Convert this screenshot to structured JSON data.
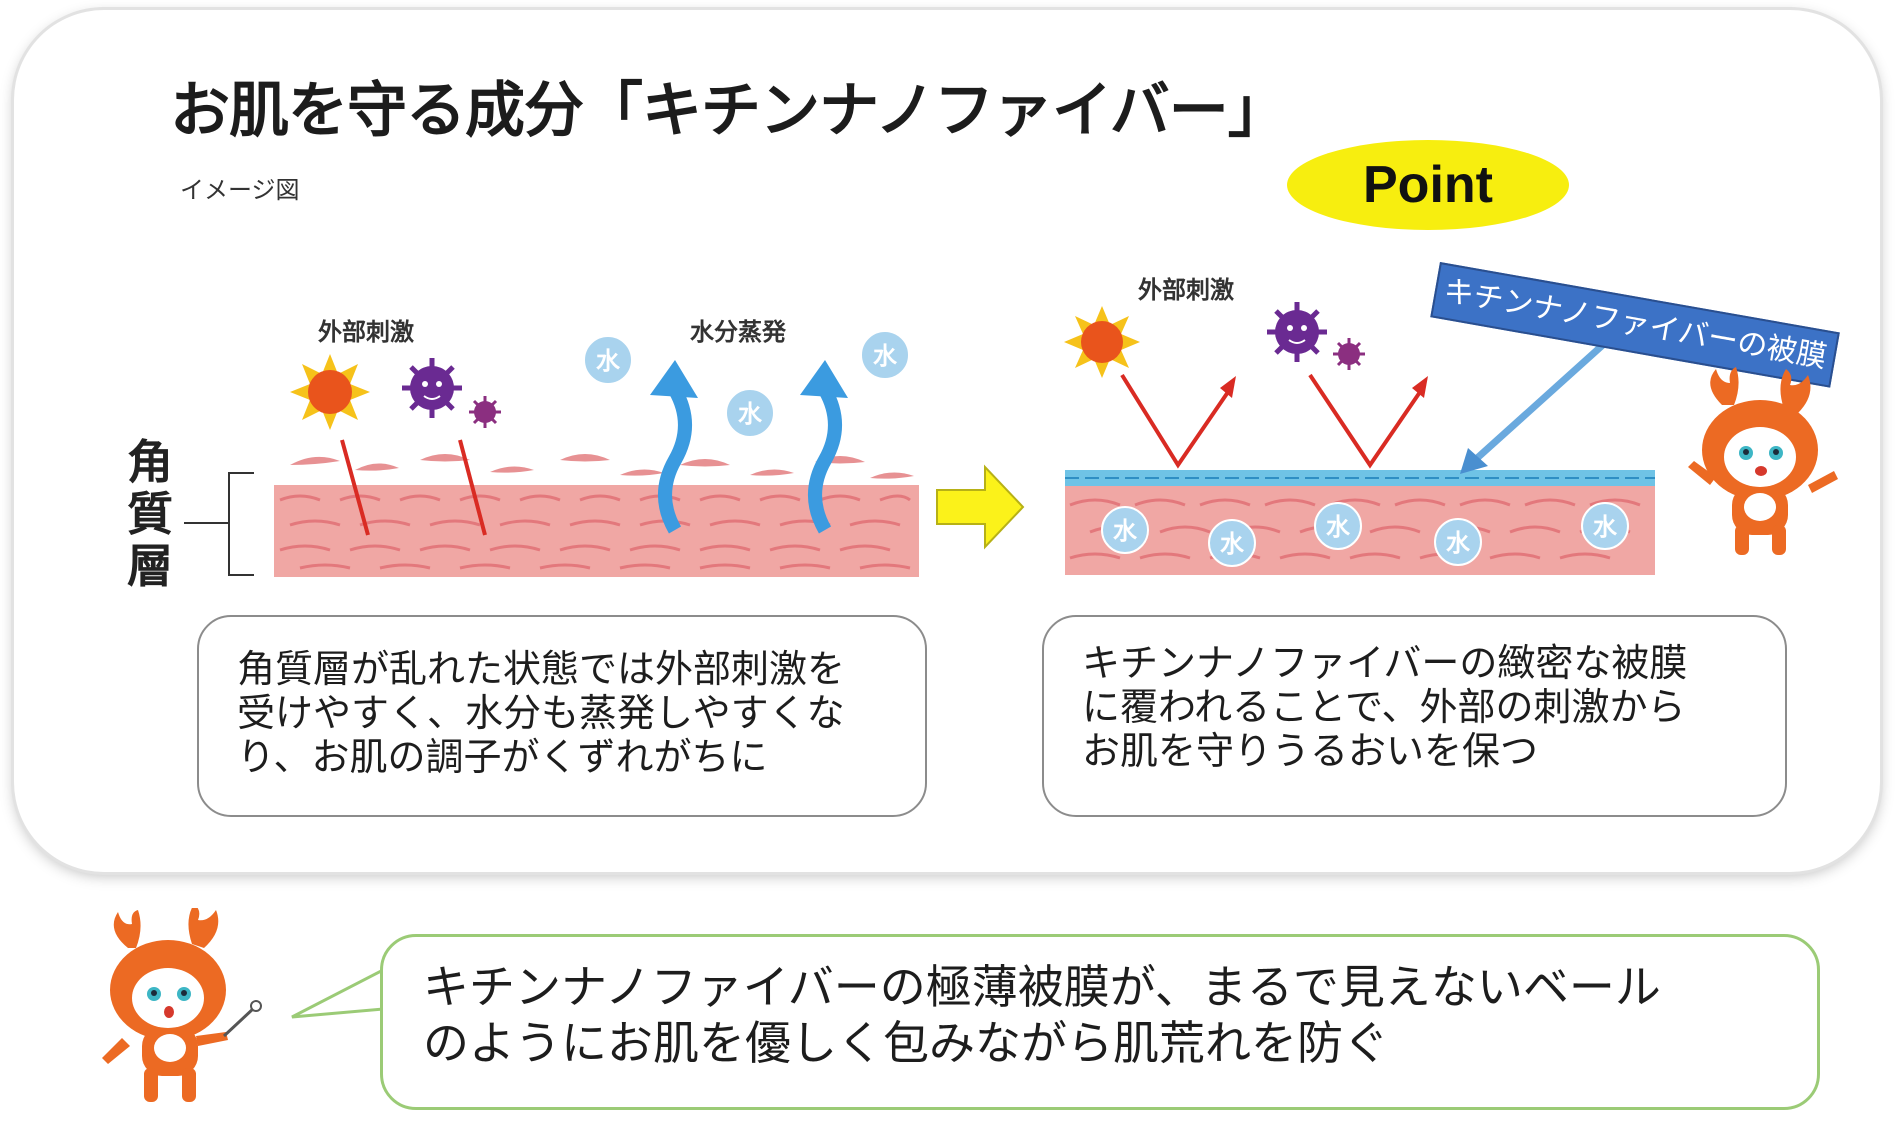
{
  "title": "お肌を守る成分「キチンナノファイバー」",
  "image_note": "イメージ図",
  "stratum_label": "角質層",
  "left_diagram": {
    "external_stimulus_label": "外部刺激",
    "evaporation_label": "水分蒸発",
    "water_labels": [
      "水",
      "水",
      "水"
    ]
  },
  "right_diagram": {
    "point_label": "Point",
    "external_stimulus_label": "外部刺激",
    "film_label": "キチンナノファイバーの被膜",
    "water_labels": [
      "水",
      "水",
      "水",
      "水",
      "水"
    ]
  },
  "left_caption": [
    "角質層が乱れた状態では外部刺激を",
    "受けやすく、水分も蒸発しやすくな",
    "り、お肌の調子がくずれがちに"
  ],
  "right_caption": [
    "キチンナノファイバーの緻密な被膜",
    "に覆われることで、外部の刺激から",
    "お肌を守りうるおいを保つ"
  ],
  "bottom_bubble": [
    "キチンナノファイバーの極薄被膜が、まるで見えないベール",
    "のようにお肌を優しく包みながら肌荒れを防ぐ"
  ],
  "colors": {
    "skin": "#f0a7a4",
    "skin_cell": "#e3787c",
    "film": "#6fc3e6",
    "water_bubble": "#a9d3ee",
    "point_yellow": "#f7ee0f",
    "label_blue": "#3c72c6",
    "arrow_yellow": "#fbf21a",
    "evaporation_arrow": "#3b9be0",
    "reflect_arrow": "#d92b23",
    "mascot_orange": "#ec6a23",
    "bubble_green": "#9bcb76"
  }
}
